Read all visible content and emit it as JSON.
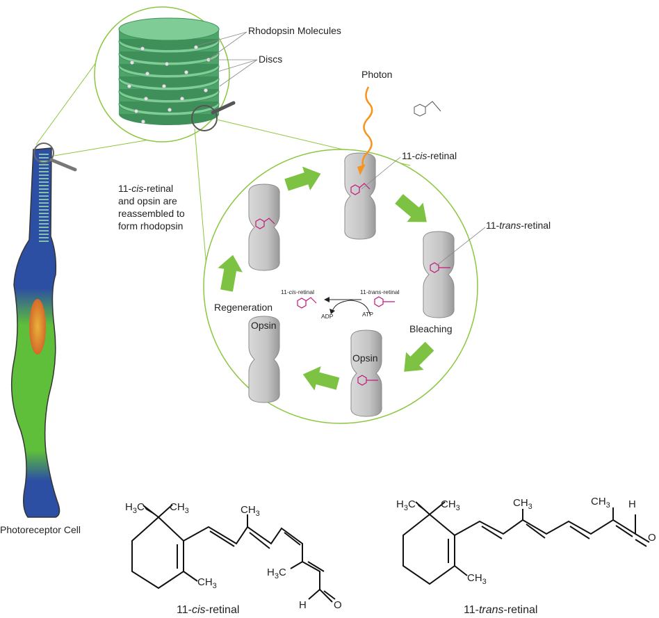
{
  "labels": {
    "rhodopsin_molecules": "Rhodopsin Molecules",
    "discs": "Discs",
    "photon": "Photon",
    "cis_prefix": "11-",
    "cis_italic": "cis",
    "cis_suffix": "-retinal",
    "trans_prefix": "11-",
    "trans_italic": "trans",
    "trans_suffix": "-retinal",
    "reassembled_line1_prefix": "11-",
    "reassembled_line1_italic": "cis",
    "reassembled_line1_suffix": "-retinal",
    "reassembled_line2": "and opsin are",
    "reassembled_line3": "reassembled to",
    "reassembled_line4": "form rhodopsin",
    "regeneration": "Regeneration",
    "bleaching": "Bleaching",
    "opsin": "Opsin",
    "adp": "ADP",
    "atp": "ATP",
    "photoreceptor_cell": "Photoreceptor Cell"
  },
  "chem": {
    "h3c": "H",
    "h3c_sub": "3",
    "h3c_c": "C",
    "ch3_c": "CH",
    "ch3_sub": "3",
    "h": "H",
    "o": "O"
  },
  "colors": {
    "green_arrow": "#7dc242",
    "retinal": "#c2187a",
    "disc_green": "#6fbf8a",
    "circle_line": "#8cc63f",
    "cell_blue": "#2c4fa3",
    "cell_green": "#5fbf3a",
    "opsin_gray": "#c4c4c4",
    "photon_orange": "#f7941d"
  }
}
